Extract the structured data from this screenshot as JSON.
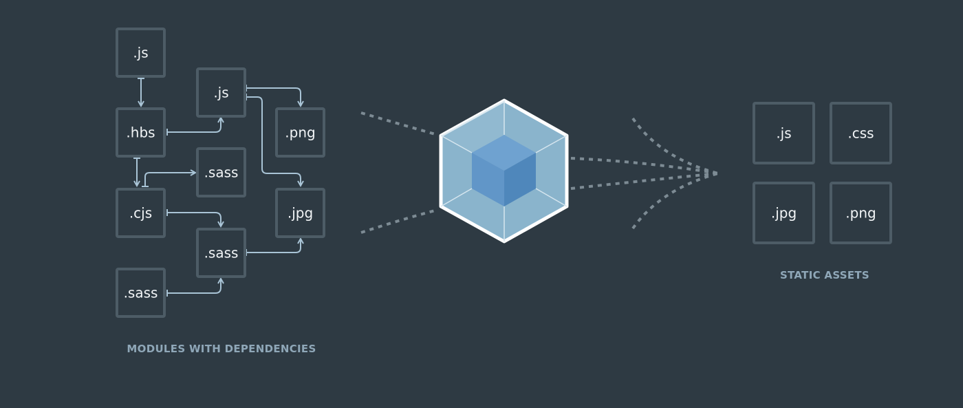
{
  "modules": {
    "caption": "MODULES WITH DEPENDENCIES",
    "nodes": [
      {
        "id": "m1",
        "label": ".js"
      },
      {
        "id": "m2",
        "label": ".hbs"
      },
      {
        "id": "m3",
        "label": ".cjs"
      },
      {
        "id": "m4",
        "label": ".sass"
      },
      {
        "id": "m5",
        "label": ".js"
      },
      {
        "id": "m6",
        "label": ".sass"
      },
      {
        "id": "m7",
        "label": ".sass"
      },
      {
        "id": "m8",
        "label": ".png"
      },
      {
        "id": "m9",
        "label": ".jpg"
      }
    ],
    "edges": [
      {
        "from": "m1",
        "to": "m2"
      },
      {
        "from": "m2",
        "to": "m5"
      },
      {
        "from": "m2",
        "to": "m3"
      },
      {
        "from": "m3",
        "to": "m6"
      },
      {
        "from": "m3",
        "to": "m7"
      },
      {
        "from": "m4",
        "to": "m7"
      },
      {
        "from": "m5",
        "to": "m8"
      },
      {
        "from": "m5",
        "to": "m9"
      },
      {
        "from": "m7",
        "to": "m9"
      }
    ]
  },
  "bundler": {
    "icon": "webpack-cube-icon",
    "colors": {
      "outline": "#ffffff",
      "outer": "#8ab4cc",
      "inner": "#6196c8",
      "inner_dark": "#4f87bb"
    }
  },
  "assets": {
    "caption": "STATIC ASSETS",
    "nodes": [
      {
        "id": "a1",
        "label": ".js"
      },
      {
        "id": "a2",
        "label": ".css"
      },
      {
        "id": "a3",
        "label": ".jpg"
      },
      {
        "id": "a4",
        "label": ".png"
      }
    ]
  },
  "colors": {
    "background": "#2e3a43",
    "box_stroke": "#4d5c66",
    "arrow": "#a9c4d6",
    "caption": "#8fa7b8",
    "dashed": "#7d8b94"
  }
}
